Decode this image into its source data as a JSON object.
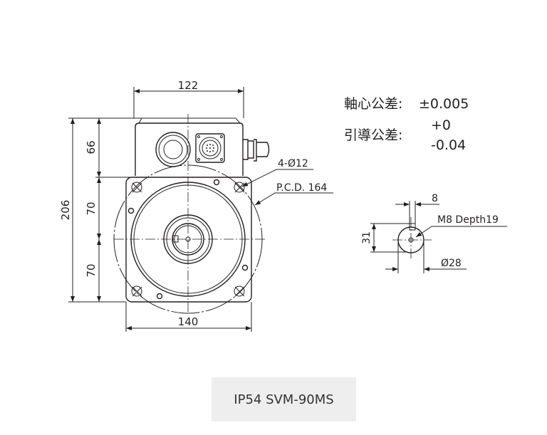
{
  "dimensions": {
    "top_width": "122",
    "bottom_width": "140",
    "total_height": "206",
    "box_height": "66",
    "upper_half": "70",
    "lower_half": "70",
    "holes": "4-Ø12",
    "pcd": "P.C.D. 164"
  },
  "tolerances": {
    "runout_label": "軸心公差:",
    "runout_value": "±0.005",
    "pilot_label": "引導公差:",
    "pilot_upper": "+0",
    "pilot_lower": "-0.04"
  },
  "shaft": {
    "key_width": "8",
    "tap": "M8 Depth19",
    "height": "31",
    "diameter": "Ø28"
  },
  "model": "IP54 SVM-90MS"
}
